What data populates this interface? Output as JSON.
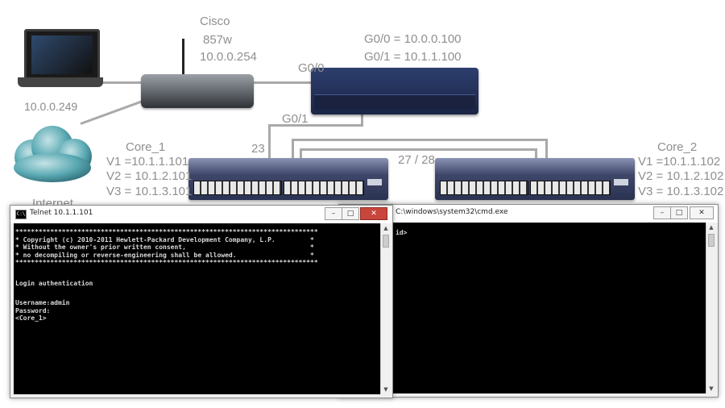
{
  "diagram": {
    "router_label_1": "Cisco",
    "router_label_2": "857w",
    "router_ip": "10.0.0.254",
    "laptop_ip": "10.0.0.249",
    "internet_label": "Internet",
    "g00_label": "G0/0 = 10.0.0.100",
    "g01_label": "G0/1 = 10.1.1.100",
    "g0_0_port": "G0/0",
    "g0_1_port": "G0/1",
    "port_23": "23",
    "port_27_28": "27 / 28",
    "core1": {
      "name": "Core_1",
      "v1": "V1 =10.1.1.101",
      "v2": "V2 = 10.1.2.101",
      "v3": "V3 = 10.1.3.101"
    },
    "core2": {
      "name": "Core_2",
      "v1": "V1 =10.1.1.102",
      "v2": "V2 = 10.1.2.102",
      "v3": "V3 = 10.1.3.102"
    }
  },
  "telnet_window": {
    "title": "Telnet 10.1.1.101",
    "lines": [
      "******************************************************************************",
      "* Copyright (c) 2010-2011 Hewlett-Packard Development Company, L.P.         *",
      "* Without the owner's prior written consent,                                *",
      "* no decompiling or reverse-engineering shall be allowed.                   *",
      "******************************************************************************",
      "",
      "",
      "Login authentication",
      "",
      "",
      "Username:admin",
      "Password:",
      "<Core_1>"
    ]
  },
  "cmd_window": {
    "title": "C:\\windows\\system32\\cmd.exe",
    "lines": [
      "id>"
    ]
  },
  "icons": {
    "cmd_icon": "C:\\"
  }
}
